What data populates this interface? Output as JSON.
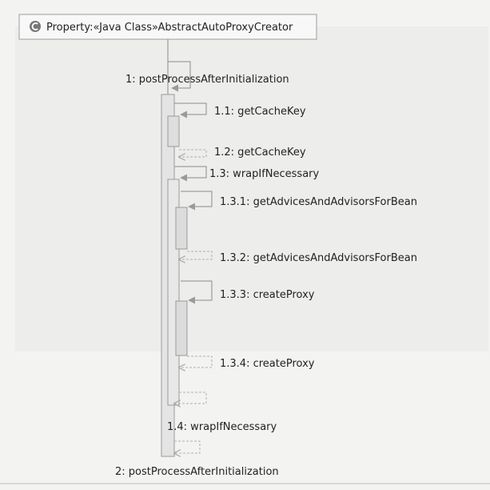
{
  "participant": {
    "title": "Property:«Java Class»AbstractAutoProxyCreator",
    "icon": "class-c-icon"
  },
  "messages": [
    {
      "id": "m1",
      "label": "1: postProcessAfterInitialization",
      "kind": "call"
    },
    {
      "id": "m11",
      "label": "1.1: getCacheKey",
      "kind": "self-call"
    },
    {
      "id": "m12",
      "label": "1.2: getCacheKey",
      "kind": "return"
    },
    {
      "id": "m13",
      "label": "1.3: wrapIfNecessary",
      "kind": "self-call"
    },
    {
      "id": "m131",
      "label": "1.3.1: getAdvicesAndAdvisorsForBean",
      "kind": "self-call"
    },
    {
      "id": "m132",
      "label": "1.3.2: getAdvicesAndAdvisorsForBean",
      "kind": "return"
    },
    {
      "id": "m133",
      "label": "1.3.3: createProxy",
      "kind": "self-call"
    },
    {
      "id": "m134",
      "label": "1.3.4: createProxy",
      "kind": "return"
    },
    {
      "id": "m14",
      "label": "1.4: wrapIfNecessary",
      "kind": "return"
    },
    {
      "id": "m2",
      "label": "2: postProcessAfterInitialization",
      "kind": "return"
    }
  ],
  "colors": {
    "activation_fill": "#e4e4e4",
    "activation_stroke": "#9a9a9a",
    "line": "#8a8a8a",
    "dashed": "#b0b0b0",
    "arrow": "#9a9a9a",
    "header_bg": "#f8f8f8",
    "header_border": "#9d9d9d",
    "icon_fill": "#777777"
  }
}
